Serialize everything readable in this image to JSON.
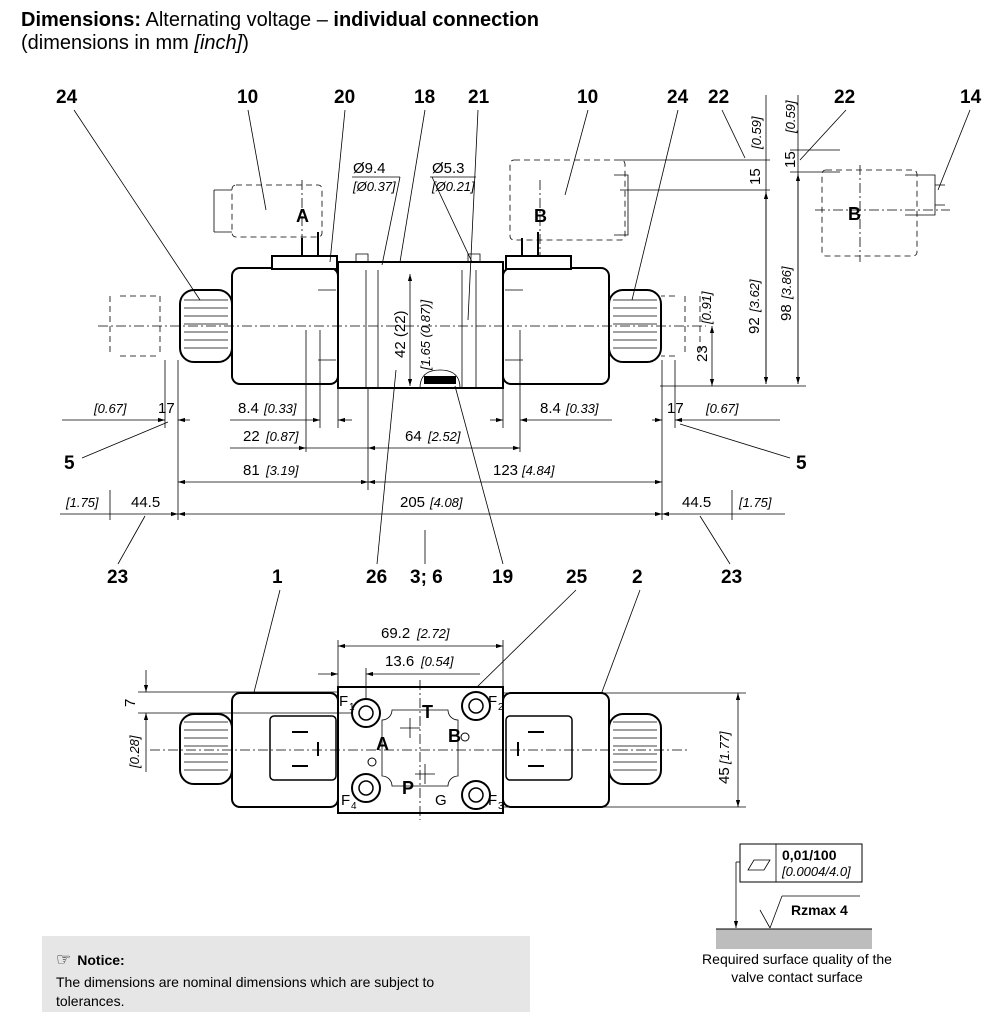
{
  "title": {
    "prefix": "Dimensions:",
    "text": " Alternating voltage – ",
    "bold": "individual connection",
    "line2_open": "(dimensions in mm ",
    "line2_italic": "[inch]",
    "line2_close": ")"
  },
  "item_numbers": {
    "n24a": "24",
    "n10a": "10",
    "n20": "20",
    "n18": "18",
    "n21": "21",
    "n10b": "10",
    "n24b": "24",
    "n22a": "22",
    "n22b": "22",
    "n14": "14",
    "n5a": "5",
    "n5b": "5",
    "n23a": "23",
    "n26": "26",
    "n36": "3; 6",
    "n19": "19",
    "n23b": "23",
    "n1": "1",
    "n25": "25",
    "n2": "2"
  },
  "ports": {
    "a1": "A",
    "b1": "B",
    "b2": "B",
    "a2": "A",
    "b3": "B",
    "t": "T",
    "p": "P",
    "f1": "F",
    "f2": "F",
    "f3": "F",
    "f4": "F",
    "g": "G"
  },
  "dims": {
    "d94": "Ø9.4",
    "d94i": "[Ø0.37]",
    "d53": "Ø5.3",
    "d53i": "[Ø0.21]",
    "h15a": "15",
    "h059a": "[0.59]",
    "h15b": "15",
    "h059b": "[0.59]",
    "h92": "92",
    "h362": "[3.62]",
    "h98": "98",
    "h386": "[3.86]",
    "h42": "42 (22)",
    "h165": "[1.65 (0.87)]",
    "h23": "23",
    "h091": "[0.91]",
    "w067a": "[0.67]",
    "w17a": "17",
    "w84a": "8.4",
    "w033a": "[0.33]",
    "w84b": "8.4",
    "w033b": "[0.33]",
    "w17b": "17",
    "w067b": "[0.67]",
    "w22": "22",
    "w087": "[0.87]",
    "w64": "64",
    "w252": "[2.52]",
    "w81": "81",
    "w319": "[3.19]",
    "w123": "123",
    "w484": "[4.84]",
    "w175a": "[1.75]",
    "w445a": "44.5",
    "w205": "205",
    "w408": "[4.08]",
    "w445b": "44.5",
    "w175b": "[1.75]",
    "w692": "69.2",
    "w272": "[2.72]",
    "w136": "13.6",
    "w054": "[0.54]",
    "v7": "7",
    "v028": "[0.28]",
    "v45": "45",
    "v177": "[1.77]"
  },
  "surface": {
    "flatness": "0,01/100",
    "flatness_inch": "[0.0004/4.0]",
    "roughness": "Rzmax  4",
    "caption1": "Required surface quality of the",
    "caption2": "valve contact surface"
  },
  "notice": {
    "icon": "☞",
    "heading": "Notice:",
    "text": "The dimensions are nominal dimensions which are subject to tolerances."
  }
}
